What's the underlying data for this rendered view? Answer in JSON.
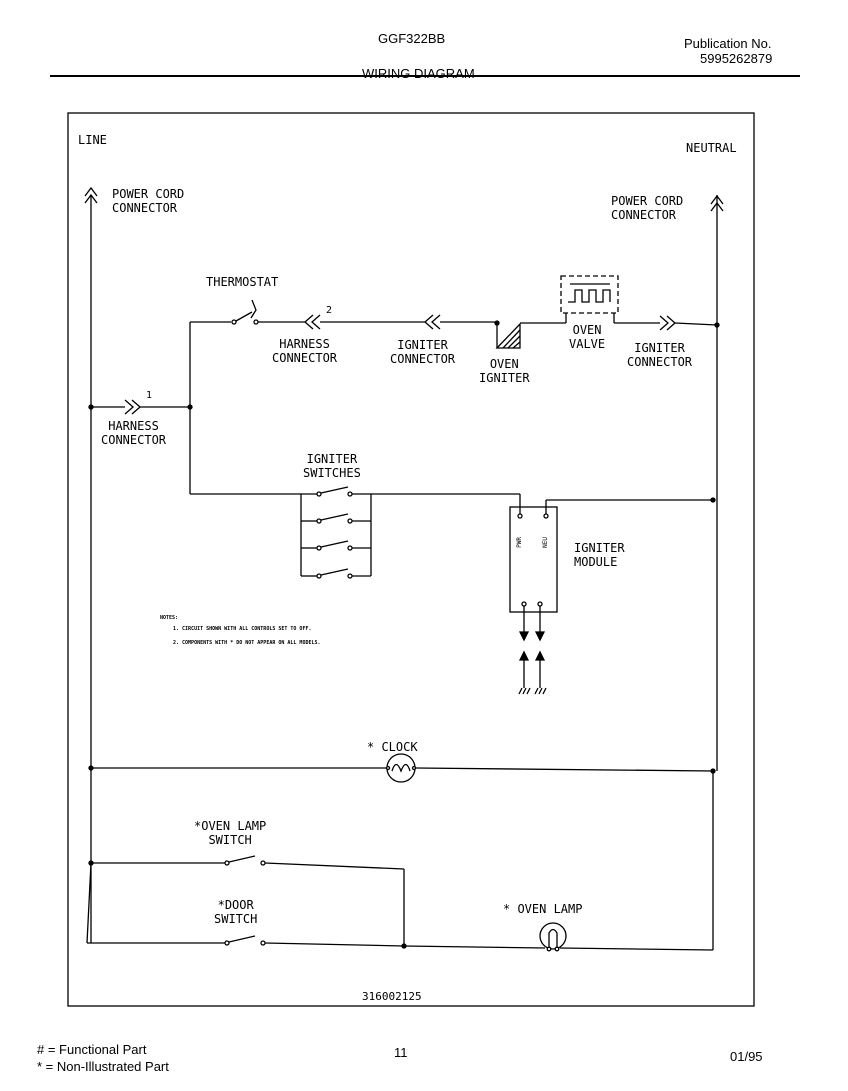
{
  "header": {
    "model": "GGF322BB",
    "publication_label": "Publication No.",
    "publication_number": "5995262879",
    "title": "WIRING DIAGRAM"
  },
  "diagram": {
    "line_label": "LINE",
    "neutral_label": "NEUTRAL",
    "power_cord_left": [
      "POWER CORD",
      "CONNECTOR"
    ],
    "power_cord_right": [
      "POWER CORD",
      "CONNECTOR"
    ],
    "thermostat": "THERMOSTAT",
    "harness_connector_2": [
      "HARNESS",
      "CONNECTOR"
    ],
    "harness_connector_2_num": "2",
    "igniter_connector_left": [
      "IGNITER",
      "CONNECTOR"
    ],
    "oven_igniter": [
      "OVEN",
      "IGNITER"
    ],
    "oven_valve": [
      "OVEN",
      "VALVE"
    ],
    "igniter_connector_right": [
      "IGNITER",
      "CONNECTOR"
    ],
    "harness_connector_1": [
      "HARNESS",
      "CONNECTOR"
    ],
    "harness_connector_1_num": "1",
    "igniter_switches": [
      "IGNITER",
      "SWITCHES"
    ],
    "igniter_module": [
      "IGNITER",
      "MODULE"
    ],
    "module_pins": [
      "PWR",
      "NEU"
    ],
    "notes_title": "NOTES:",
    "notes": [
      "1. CIRCUIT SHOWN WITH ALL CONTROLS SET TO OFF.",
      "2. COMPONENTS WITH * DO NOT APPEAR ON ALL MODELS."
    ],
    "clock": "* CLOCK",
    "oven_lamp_switch": [
      "*OVEN LAMP",
      "SWITCH"
    ],
    "door_switch": [
      "*DOOR",
      "SWITCH"
    ],
    "oven_lamp": "* OVEN LAMP",
    "diagram_number": "316002125"
  },
  "footer": {
    "functional": "# = Functional Part",
    "non_illustrated": "* = Non-Illustrated Part",
    "page": "11",
    "date": "01/95"
  }
}
